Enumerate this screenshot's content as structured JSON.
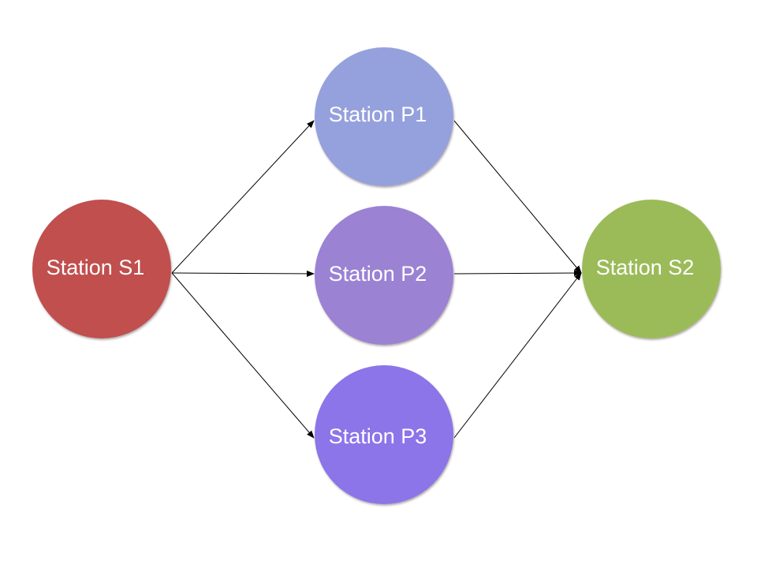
{
  "nodes": [
    {
      "id": "s1",
      "label": "Station S1",
      "color": "#c0504d"
    },
    {
      "id": "p1",
      "label": "Station P1",
      "color": "#95a1dd"
    },
    {
      "id": "p2",
      "label": "Station P2",
      "color": "#9b82d3"
    },
    {
      "id": "p3",
      "label": "Station P3",
      "color": "#8b74e8"
    },
    {
      "id": "s2",
      "label": "Station S2",
      "color": "#9bbb59"
    }
  ],
  "edges": [
    {
      "from": "s1",
      "to": "p1"
    },
    {
      "from": "s1",
      "to": "p2"
    },
    {
      "from": "s1",
      "to": "p3"
    },
    {
      "from": "p1",
      "to": "s2"
    },
    {
      "from": "p2",
      "to": "s2"
    },
    {
      "from": "p3",
      "to": "s2"
    }
  ],
  "edge_color": "#000000"
}
